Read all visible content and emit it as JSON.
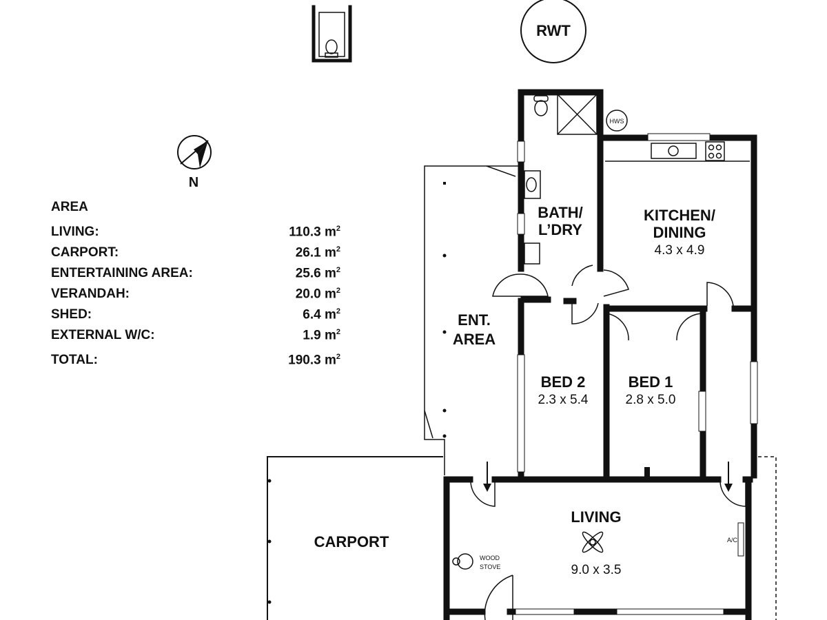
{
  "compass": {
    "label": "N"
  },
  "rwt": {
    "label": "RWT"
  },
  "hws": {
    "label": "HWS"
  },
  "area_schedule": {
    "title": "AREA",
    "unit": "m",
    "unit_power": "2",
    "rows": [
      {
        "label": "LIVING:",
        "value": "110.3"
      },
      {
        "label": "CARPORT:",
        "value": "26.1"
      },
      {
        "label": "ENTERTAINING AREA:",
        "value": "25.6"
      },
      {
        "label": "VERANDAH:",
        "value": "20.0"
      },
      {
        "label": "SHED:",
        "value": "6.4"
      },
      {
        "label": "EXTERNAL W/C:",
        "value": "1.9"
      }
    ],
    "total": {
      "label": "TOTAL:",
      "value": "190.3"
    }
  },
  "rooms": {
    "bath": {
      "line1": "BATH/",
      "line2": "L’DRY"
    },
    "kitchen": {
      "line1": "KITCHEN/",
      "line2": "DINING",
      "dims": "4.3 x 4.9"
    },
    "ent": {
      "line1": "ENT.",
      "line2": "AREA"
    },
    "bed2": {
      "name": "BED 2",
      "dims": "2.3 x 5.4"
    },
    "bed1": {
      "name": "BED 1",
      "dims": "2.8 x 5.0"
    },
    "living": {
      "name": "LIVING",
      "dims": "9.0 x 3.5"
    },
    "carport": {
      "name": "CARPORT"
    }
  },
  "fixtures": {
    "stove_line1": "WOOD",
    "stove_line2": "STOVE",
    "ac": "A/C"
  }
}
